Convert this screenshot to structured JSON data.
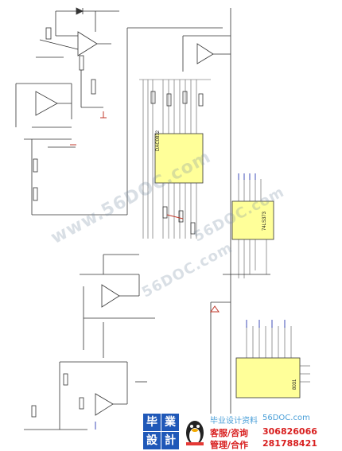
{
  "watermarks": [
    {
      "text": "www.56DOC.com"
    },
    {
      "text": "56DOC.com"
    },
    {
      "text": "56DOC.com"
    }
  ],
  "footer": {
    "logo_chars": [
      "毕",
      "業",
      "設",
      "計"
    ],
    "site_name": "毕业设计资料",
    "site_domain": "56DOC.com",
    "contact_label": "客服/咨询",
    "contact_number": "306826066",
    "manage_label": "管理/合作",
    "manage_number": "281788421",
    "colors": {
      "logo": "#1f58b8",
      "label_red": "#d81e1e",
      "number": "#d81e1e",
      "site": "#4a9fd8"
    }
  },
  "chips": [
    {
      "id": "u3",
      "label": "DAC0832"
    },
    {
      "id": "u_right",
      "label": "74LS373"
    },
    {
      "id": "u_bottom",
      "label": "8031"
    }
  ]
}
